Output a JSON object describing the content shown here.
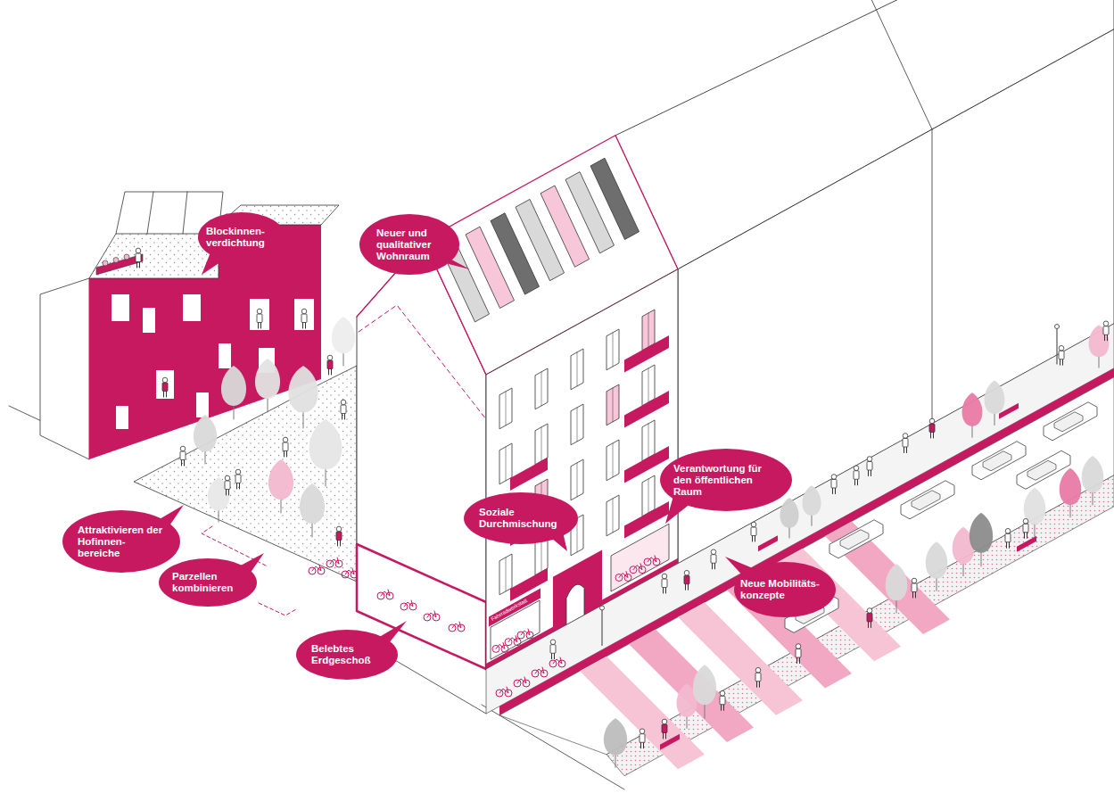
{
  "diagram": {
    "nodes": [
      {
        "text": [
          "Blockinnen- verdichtung"
        ]
      },
      {
        "text": [
          "Neuer und qualitativer Wohnraum"
        ]
      },
      {
        "text": [
          "Verantwortung für den öffentlichen Raum"
        ]
      },
      {
        "text": [
          "Soziale Durchmischung"
        ]
      },
      {
        "text": [
          "Attraktivieren der Hofinnen- bereiche"
        ]
      },
      {
        "text": [
          "Parzellen kombinieren"
        ]
      },
      {
        "text": [
          "Neue Mobilitäts- konzepte"
        ]
      },
      {
        "text": [
          "Belebtes Erdgeschoß"
        ]
      }
    ],
    "labels": [
      "Fahrradwerkstatt"
    ]
  }
}
